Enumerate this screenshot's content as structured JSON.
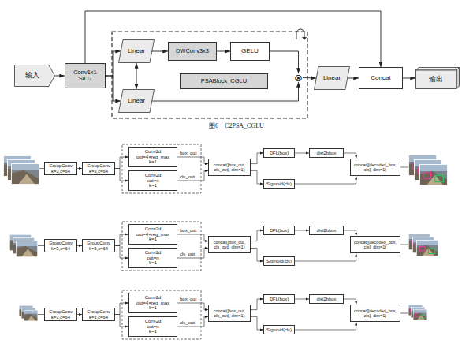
{
  "diagram": {
    "caption": "图6　C2PSA_CGLU",
    "nodes": [
      {
        "text": [
          "输入"
        ]
      },
      {
        "text": [
          "Conv1x1 SiLU"
        ]
      },
      {
        "text": [
          "Linear"
        ]
      },
      {
        "text": [
          "DWConv3x3"
        ]
      },
      {
        "text": [
          "GELU"
        ]
      },
      {
        "text": [
          "PSABlock_CGLU"
        ]
      },
      {
        "text": [
          "Linear"
        ]
      },
      {
        "text": [
          "⊗"
        ]
      },
      {
        "text": [
          "Linear"
        ]
      },
      {
        "text": [
          "Concat"
        ]
      },
      {
        "text": [
          "输出"
        ]
      },
      {
        "text": [
          "GroupConv k=3,c=64"
        ]
      },
      {
        "text": [
          "GroupConv k=3,c=64"
        ]
      },
      {
        "text": [
          "Conv2d out=4×reg_max k=1"
        ]
      },
      {
        "text": [
          "Conv2d out=n k=1"
        ]
      },
      {
        "text": [
          "concat([box_out, cls_out], dim=1)"
        ]
      },
      {
        "text": [
          "DFL(box)"
        ]
      },
      {
        "text": [
          "dist2bbox"
        ]
      },
      {
        "text": [
          "Sigmoid(cls)"
        ]
      },
      {
        "text": [
          "concat([decoded_box, cls], dim=1)"
        ]
      },
      {
        "text": [
          "GroupConv k=3,c=64"
        ]
      },
      {
        "text": [
          "GroupConv k=3,c=64"
        ]
      },
      {
        "text": [
          "Conv2d out=4×reg_max k=1"
        ]
      },
      {
        "text": [
          "Conv2d out=n k=1"
        ]
      },
      {
        "text": [
          "concat([box_out, cls_out], dim=1)"
        ]
      },
      {
        "text": [
          "DFL(box)"
        ]
      },
      {
        "text": [
          "dist2bbox"
        ]
      },
      {
        "text": [
          "Sigmoid(cls)"
        ]
      },
      {
        "text": [
          "concat([decoded_box, cls], dim=1)"
        ]
      },
      {
        "text": [
          "GroupConv k=3,c=64"
        ]
      },
      {
        "text": [
          "GroupConv k=3,c=64"
        ]
      },
      {
        "text": [
          "Conv2d out=4×reg_max k=1"
        ]
      },
      {
        "text": [
          "Conv2d out=n k=1"
        ]
      },
      {
        "text": [
          "concat([box_out, cls_out], dim=1)"
        ]
      },
      {
        "text": [
          "DFL(box)"
        ]
      },
      {
        "text": [
          "dist2bbox"
        ]
      },
      {
        "text": [
          "Sigmoid(cls)"
        ]
      },
      {
        "text": [
          "concat([decoded_box, cls], dim=1)"
        ]
      }
    ],
    "edges": [
      {
        "from": 0,
        "to": 1,
        "arrow": "to"
      },
      {
        "from": 1,
        "to": 2,
        "arrow": "to"
      },
      {
        "from": 1,
        "to": 6,
        "arrow": "to"
      },
      {
        "from": 2,
        "to": 6,
        "arrow": "both"
      },
      {
        "from": 2,
        "to": 3,
        "arrow": "to"
      },
      {
        "from": 3,
        "to": 4,
        "arrow": "to"
      },
      {
        "from": 4,
        "to": 7,
        "arrow": "to"
      },
      {
        "from": 6,
        "to": 7,
        "arrow": "to"
      },
      {
        "from": 7,
        "to": 8,
        "arrow": "to"
      },
      {
        "from": 8,
        "to": 9,
        "arrow": "to"
      },
      {
        "from": 9,
        "to": 10,
        "arrow": "to"
      },
      {
        "from": 1,
        "to": 9,
        "arrow": "to"
      },
      {
        "from": 11,
        "to": 12,
        "arrow": "to"
      },
      {
        "from": 12,
        "to": 13,
        "arrow": "to"
      },
      {
        "from": 12,
        "to": 14,
        "arrow": "to"
      },
      {
        "from": 13,
        "to": 15,
        "arrow": "to",
        "label": "box_out"
      },
      {
        "from": 14,
        "to": 15,
        "arrow": "to",
        "label": "cls_out"
      },
      {
        "from": 15,
        "to": 16,
        "arrow": "to"
      },
      {
        "from": 15,
        "to": 18,
        "arrow": "to"
      },
      {
        "from": 16,
        "to": 17,
        "arrow": "to"
      },
      {
        "from": 17,
        "to": 19,
        "arrow": "to"
      },
      {
        "from": 18,
        "to": 19,
        "arrow": "to"
      },
      {
        "from": 20,
        "to": 21,
        "arrow": "to"
      },
      {
        "from": 21,
        "to": 22,
        "arrow": "to"
      },
      {
        "from": 21,
        "to": 23,
        "arrow": "to"
      },
      {
        "from": 22,
        "to": 24,
        "arrow": "to",
        "label": "box_out"
      },
      {
        "from": 23,
        "to": 24,
        "arrow": "to",
        "label": "cls_out"
      },
      {
        "from": 24,
        "to": 25,
        "arrow": "to"
      },
      {
        "from": 24,
        "to": 27,
        "arrow": "to"
      },
      {
        "from": 25,
        "to": 26,
        "arrow": "to"
      },
      {
        "from": 26,
        "to": 28,
        "arrow": "to"
      },
      {
        "from": 27,
        "to": 28,
        "arrow": "to"
      },
      {
        "from": 29,
        "to": 30,
        "arrow": "to"
      },
      {
        "from": 30,
        "to": 31,
        "arrow": "to"
      },
      {
        "from": 30,
        "to": 32,
        "arrow": "to"
      },
      {
        "from": 31,
        "to": 33,
        "arrow": "to",
        "label": "box_out"
      },
      {
        "from": 32,
        "to": 33,
        "arrow": "to",
        "label": "cls_out"
      },
      {
        "from": 33,
        "to": 34,
        "arrow": "to"
      },
      {
        "from": 33,
        "to": 36,
        "arrow": "to"
      },
      {
        "from": 34,
        "to": 35,
        "arrow": "to"
      },
      {
        "from": 35,
        "to": 37,
        "arrow": "to"
      },
      {
        "from": 36,
        "to": 37,
        "arrow": "to"
      }
    ]
  }
}
